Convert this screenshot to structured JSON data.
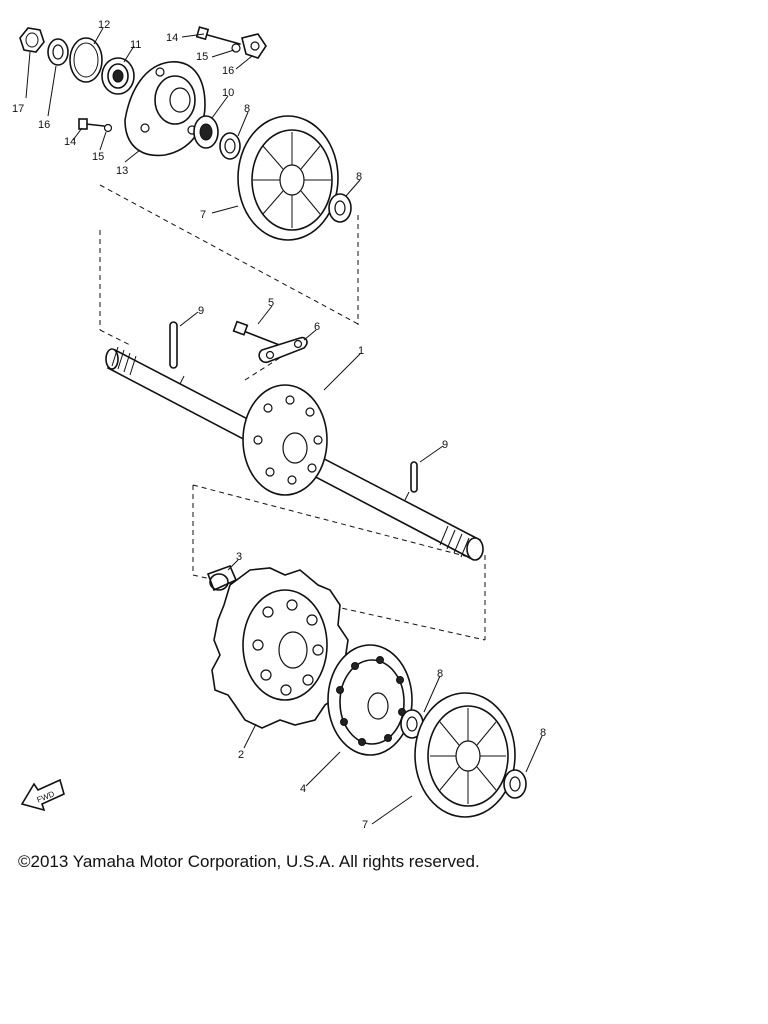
{
  "copyright": "©2013 Yamaha Motor Corporation, U.S.A. All rights reserved.",
  "fwd_label": "FWD",
  "callouts": {
    "c1": "1",
    "c2": "2",
    "c3": "3",
    "c4": "4",
    "c5": "5",
    "c6": "6",
    "c7a": "7",
    "c7b": "7",
    "c8a": "8",
    "c8b": "8",
    "c8c": "8",
    "c8d": "8",
    "c9a": "9",
    "c9b": "9",
    "c10": "10",
    "c11": "11",
    "c12": "12",
    "c13": "13",
    "c14a": "14",
    "c14b": "14",
    "c15a": "15",
    "c15b": "15",
    "c16a": "16",
    "c16b": "16",
    "c17": "17"
  }
}
